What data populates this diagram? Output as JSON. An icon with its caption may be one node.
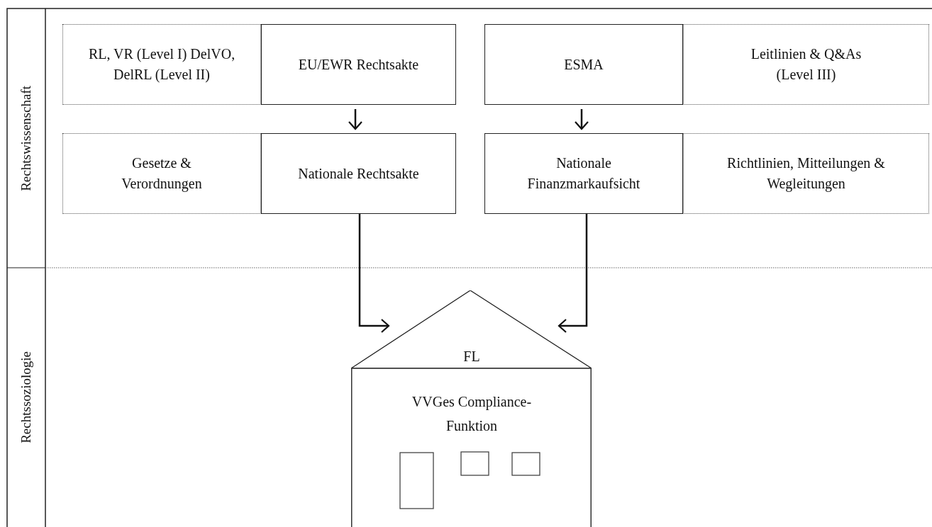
{
  "diagram": {
    "nodes": [
      {
        "text": [
          "RL, VR (Level I) DelVO, DelRL (Level II)"
        ]
      },
      {
        "text": [
          "EU/EWR Rechtsakte"
        ]
      },
      {
        "text": [
          "ESMA"
        ]
      },
      {
        "text": [
          "Leitlinien & Q&As (Level III)"
        ]
      },
      {
        "text": [
          "Gesetze & Verordnungen"
        ]
      },
      {
        "text": [
          "Nationale Rechtsakte"
        ]
      },
      {
        "text": [
          "Nationale Finanzmarkaufsicht"
        ]
      },
      {
        "text": [
          "Richtlinien, Mitteilungen & Wegleitungen"
        ]
      },
      {
        "text": [
          "FL",
          "VVGes Compliance-Funktion"
        ]
      }
    ],
    "edges": [
      {
        "from": 1,
        "to": 5,
        "arrow": "to"
      },
      {
        "from": 2,
        "to": 6,
        "arrow": "to"
      },
      {
        "from": 5,
        "to": 8,
        "arrow": "to"
      },
      {
        "from": 6,
        "to": 8,
        "arrow": "to"
      }
    ],
    "labels": [
      "Rechtswissenschaft",
      "Rechtssoziologie"
    ]
  }
}
